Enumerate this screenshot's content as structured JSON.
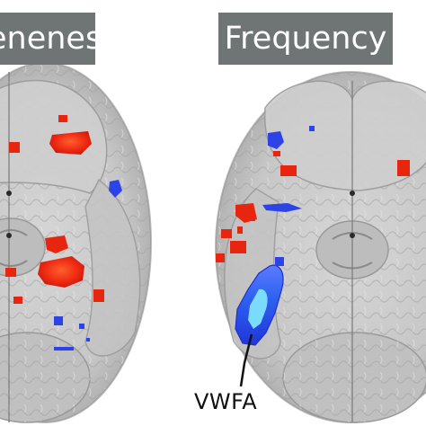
{
  "panels": {
    "left": {
      "label": "eneness"
    },
    "right": {
      "label": "Frequency"
    }
  },
  "annotation": {
    "text": "VWFA"
  },
  "colors": {
    "background": "#ffffff",
    "label_box": "#6f7474",
    "label_text": "#ffffff",
    "activation_positive": "#e8250f",
    "activation_negative": "#2e43e6",
    "activation_peak": "#7fe3ff",
    "brain_gray": "#b7b7b7"
  }
}
